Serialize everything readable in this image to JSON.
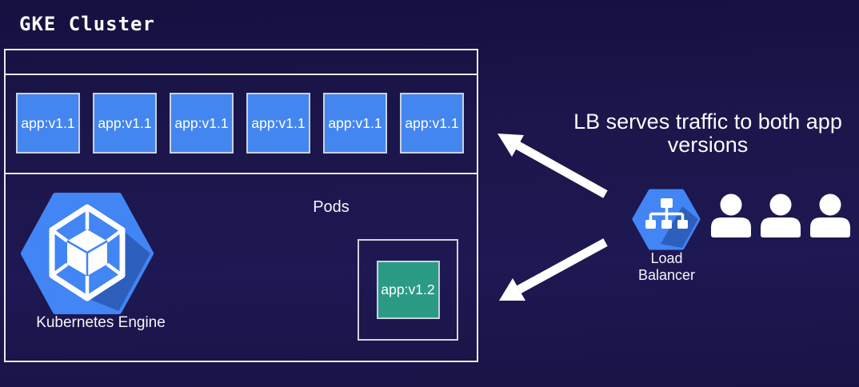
{
  "title": "GKE Cluster",
  "cluster": {
    "pods_v1": [
      "app:v1.1",
      "app:v1.1",
      "app:v1.1",
      "app:v1.1",
      "app:v1.1",
      "app:v1.1"
    ],
    "pods_section_label": "Pods",
    "pod_v2_label": "app:v1.2",
    "engine_label": "Kubernetes Engine"
  },
  "right_panel": {
    "annotation_line1": "LB serves traffic to both app",
    "annotation_line2": "versions",
    "load_balancer_label": "Load Balancer",
    "user_count": 3
  },
  "icons": {
    "kubernetes_engine": "gke-hexagon-cube-icon",
    "load_balancer": "lb-hexagon-tree-icon",
    "user": "person-icon",
    "arrow_up": "arrow-to-v1-pods",
    "arrow_down": "arrow-to-v2-pod"
  },
  "colors": {
    "background": "#1c164b",
    "pod_blue": "#4486f0",
    "pod_green": "#2b9b85",
    "hexagon_blue": "#4285f4",
    "border_light": "#e9e9ef",
    "text": "#ffffff"
  }
}
